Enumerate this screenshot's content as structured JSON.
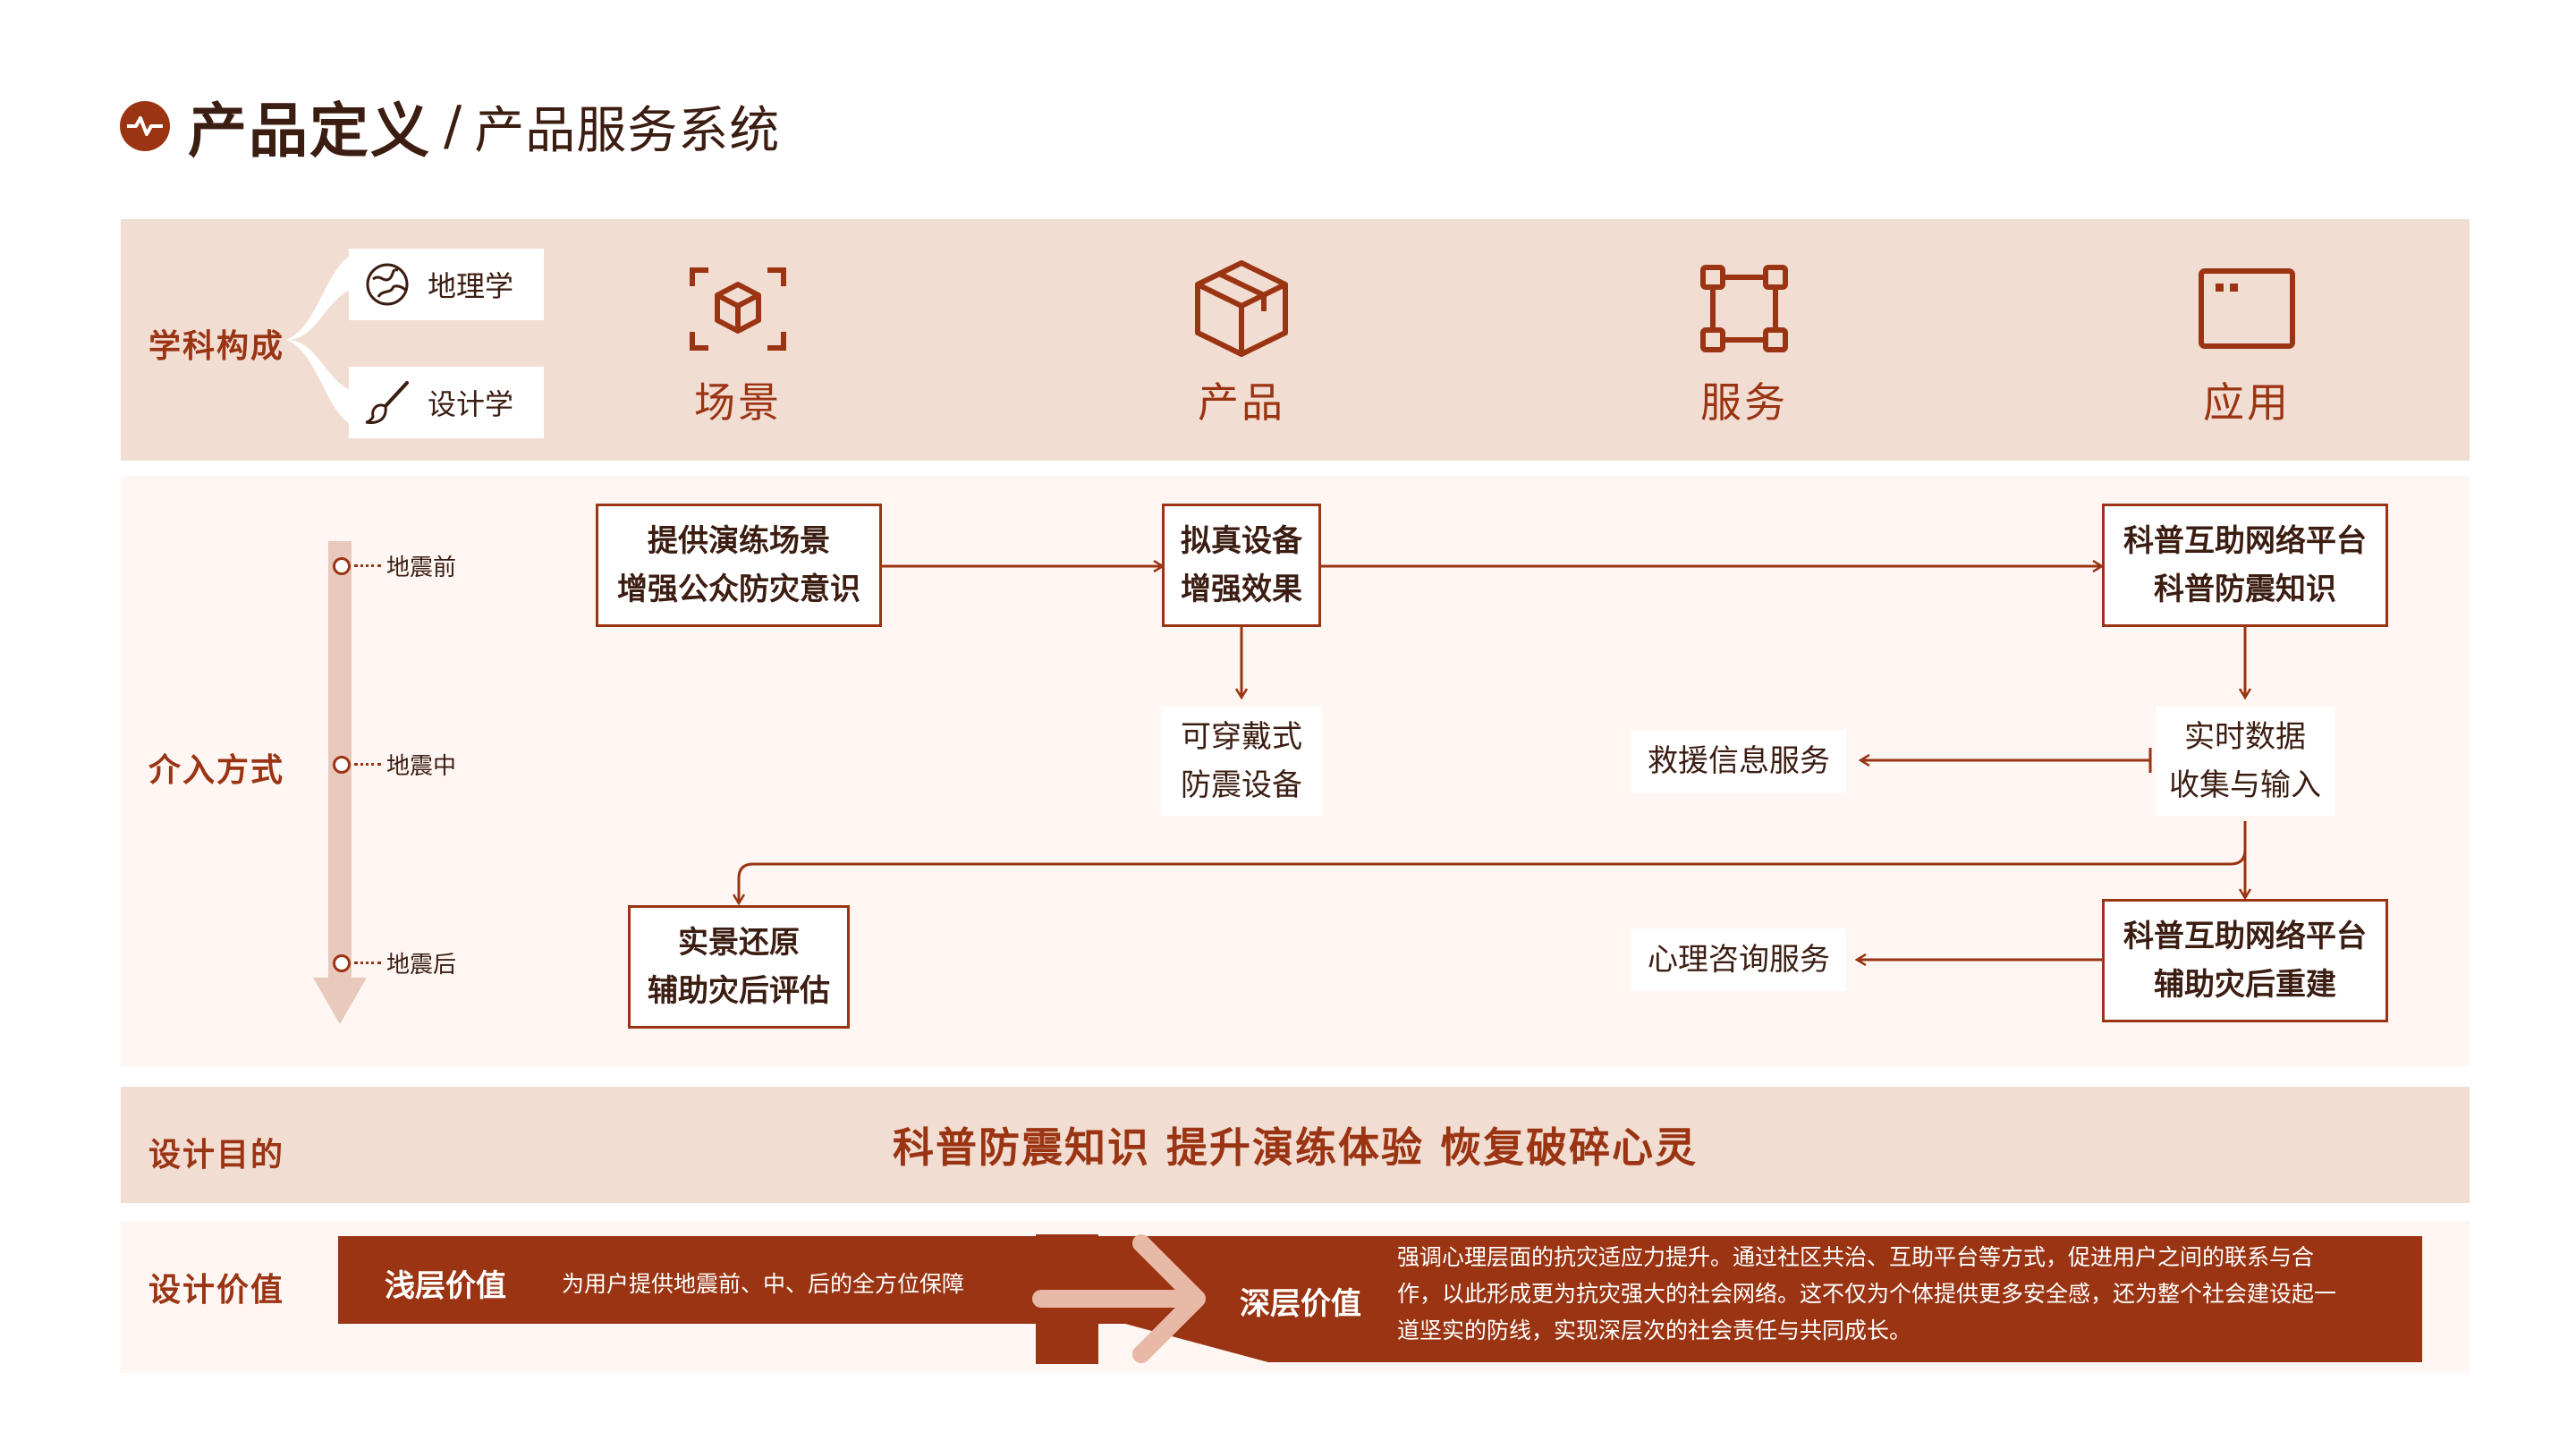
{
  "header": {
    "title": "产品定义",
    "separator": "/",
    "subtitle": "产品服务系统"
  },
  "colors": {
    "accent": "#9a3412",
    "band": "#f2ddd3",
    "band_light": "#fdf6f3",
    "text_dark": "#3b1d12"
  },
  "discipline": {
    "label": "学科构成",
    "items": [
      {
        "label": "地理学",
        "icon": "globe-icon"
      },
      {
        "label": "设计学",
        "icon": "brush-icon"
      }
    ]
  },
  "pillars": [
    {
      "label": "场景",
      "icon": "scan-cube-icon"
    },
    {
      "label": "产品",
      "icon": "box-icon"
    },
    {
      "label": "服务",
      "icon": "nodes-icon"
    },
    {
      "label": "应用",
      "icon": "window-icon"
    }
  ],
  "intervention": {
    "label": "介入方式",
    "stages": [
      "地震前",
      "地震中",
      "地震后"
    ]
  },
  "nodes": {
    "scene_before": [
      "提供演练场景",
      "增强公众防灾意识"
    ],
    "product_before": [
      "拟真设备",
      "增强效果"
    ],
    "app_before": [
      "科普互助网络平台",
      "科普防震知识"
    ],
    "product_during": [
      "可穿戴式",
      "防震设备"
    ],
    "service_during": "救援信息服务",
    "app_during": [
      "实时数据",
      "收集与输入"
    ],
    "scene_after": [
      "实景还原",
      "辅助灾后评估"
    ],
    "service_after": "心理咨询服务",
    "app_after": [
      "科普互助网络平台",
      "辅助灾后重建"
    ]
  },
  "purpose": {
    "label": "设计目的",
    "text": "科普防震知识 提升演练体验 恢复破碎心灵"
  },
  "value": {
    "label": "设计价值",
    "shallow_title": "浅层价值",
    "shallow_text": "为用户提供地震前、中、后的全方位保障",
    "deep_title": "深层价值",
    "deep_lines": [
      "强调心理层面的抗灾适应力提升。通过社区共治、互助平台等方式，促进用户之间的联系与合",
      "作，以此形成更为抗灾强大的社会网络。这不仅为个体提供更多安全感，还为整个社会建设起一",
      "道坚实的防线，实现深层次的社会责任与共同成长。"
    ]
  }
}
